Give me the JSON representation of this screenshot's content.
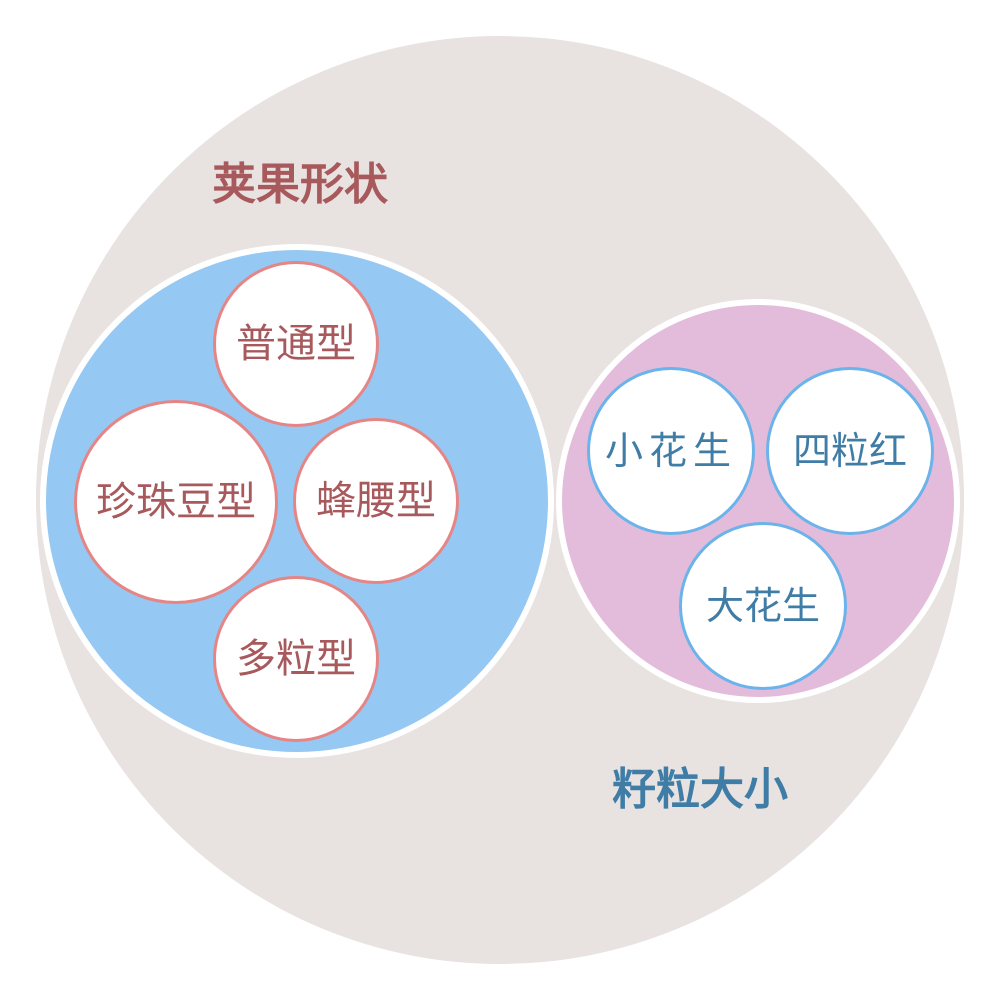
{
  "colors": {
    "outer_fill": "#e8e2e1",
    "group_a_fill": "#95c8f2",
    "group_b_fill": "#e3bcdb",
    "leaf_fill": "#ffffff",
    "group_a_accent": "#e68585",
    "group_a_text": "#a7595c",
    "group_b_accent": "#6bb3ea",
    "group_b_text": "#3f7ca6"
  },
  "groups": [
    {
      "title": "荚果形状",
      "items": [
        "普通型",
        "珍珠豆型",
        "蜂腰型",
        "多粒型"
      ]
    },
    {
      "title": "籽粒大小",
      "items": [
        "小花生",
        "四粒红",
        "大花生"
      ]
    }
  ]
}
